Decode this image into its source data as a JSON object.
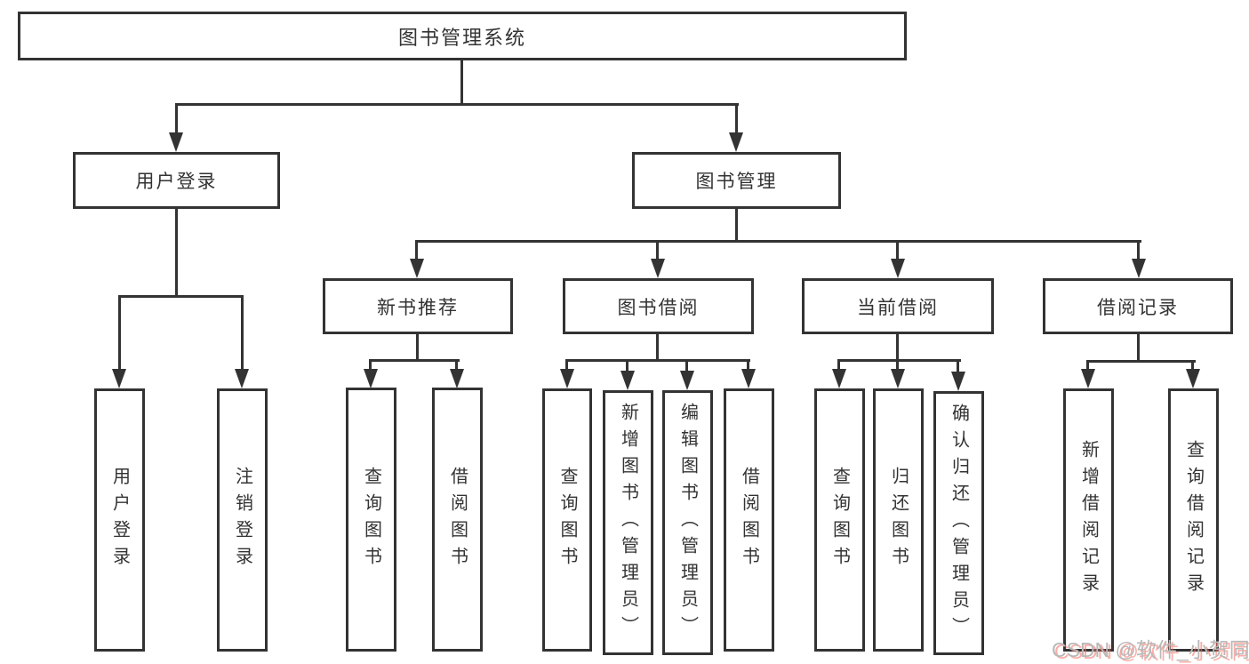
{
  "diagram": {
    "title": "图书管理系统",
    "nodes": {
      "root": "图书管理系统",
      "user_login": "用户登录",
      "book_mgmt": "图书管理",
      "new_book_rec": "新书推荐",
      "book_borrow": "图书借阅",
      "current_borrow": "当前借阅",
      "borrow_record": "借阅记录",
      "leaf_user_login": "用户登录",
      "leaf_logout": "注销登录",
      "leaf_nbr_query_book": "查询图书",
      "leaf_nbr_borrow_book": "借阅图书",
      "leaf_bb_query_book": "查询图书",
      "leaf_bb_add_book": "新增图书（管理员）",
      "leaf_bb_edit_book": "编辑图书（管理员）",
      "leaf_bb_borrow_book": "借阅图书",
      "leaf_cb_query_book": "查询图书",
      "leaf_cb_return_book": "归还图书",
      "leaf_cb_confirm_return": "确认归还（管理员）",
      "leaf_br_add_record": "新增借阅记录",
      "leaf_br_query_record": "查询借阅记录"
    },
    "edges": [
      [
        "图书管理系统",
        "用户登录"
      ],
      [
        "图书管理系统",
        "图书管理"
      ],
      [
        "用户登录",
        "用户登录"
      ],
      [
        "用户登录",
        "注销登录"
      ],
      [
        "图书管理",
        "新书推荐"
      ],
      [
        "图书管理",
        "图书借阅"
      ],
      [
        "图书管理",
        "当前借阅"
      ],
      [
        "图书管理",
        "借阅记录"
      ],
      [
        "新书推荐",
        "查询图书"
      ],
      [
        "新书推荐",
        "借阅图书"
      ],
      [
        "图书借阅",
        "查询图书"
      ],
      [
        "图书借阅",
        "新增图书（管理员）"
      ],
      [
        "图书借阅",
        "编辑图书（管理员）"
      ],
      [
        "图书借阅",
        "借阅图书"
      ],
      [
        "当前借阅",
        "查询图书"
      ],
      [
        "当前借阅",
        "归还图书"
      ],
      [
        "当前借阅",
        "确认归还（管理员）"
      ],
      [
        "借阅记录",
        "新增借阅记录"
      ],
      [
        "借阅记录",
        "查询借阅记录"
      ]
    ]
  },
  "watermark": {
    "text": "CSDN @软件_小贺同学"
  },
  "colors": {
    "line": "#333333",
    "box_border": "#333333",
    "text": "#333333",
    "background": "#ffffff",
    "watermark_text": "#b8b8b8",
    "watermark_shadow": "#f86a5c"
  }
}
